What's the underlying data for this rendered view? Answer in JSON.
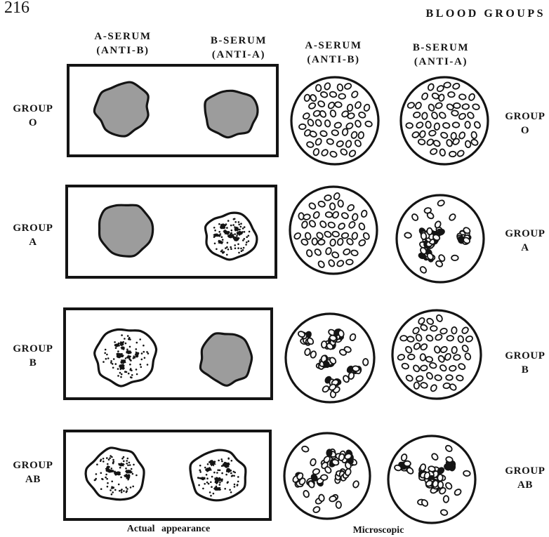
{
  "page": {
    "number": "216",
    "running_head": "BLOOD GROUPS"
  },
  "columns": {
    "actual": [
      {
        "serum": "A-SERUM",
        "antibody": "(ANTI-B)"
      },
      {
        "serum": "B-SERUM",
        "antibody": "(ANTI-A)"
      }
    ],
    "microscopic": [
      {
        "serum": "A-SERUM",
        "antibody": "(ANTI-B)"
      },
      {
        "serum": "B-SERUM",
        "antibody": "(ANTI-A)"
      }
    ]
  },
  "rows": [
    {
      "label": "GROUP",
      "group": "O",
      "agglutinated": [
        false,
        false
      ]
    },
    {
      "label": "GROUP",
      "group": "A",
      "agglutinated": [
        false,
        true
      ]
    },
    {
      "label": "GROUP",
      "group": "B",
      "agglutinated": [
        true,
        false
      ]
    },
    {
      "label": "GROUP",
      "group": "AB",
      "agglutinated": [
        true,
        true
      ]
    }
  ],
  "captions": {
    "actual": "Actual appearance",
    "microscopic": "Microscopic"
  },
  "colors": {
    "ink": "#141414",
    "paper": "#ffffff",
    "unagglutinated_fill": "#9c9c9c"
  }
}
